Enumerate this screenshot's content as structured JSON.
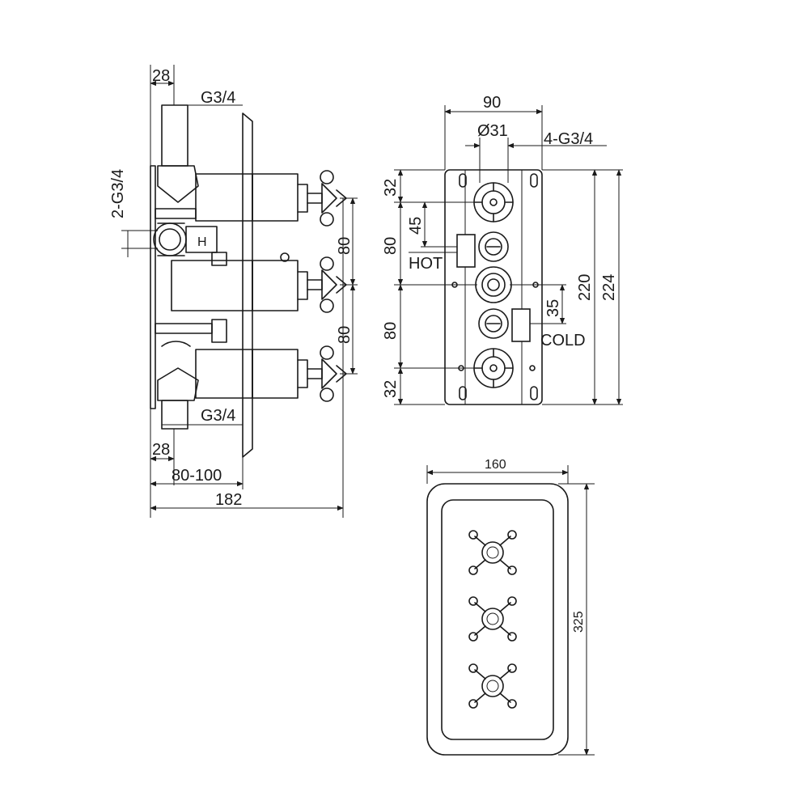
{
  "side_view": {
    "dim_top_28": "28",
    "dim_top_g34": "G3/4",
    "dim_left_2g34": "2-G3/4",
    "dim_right_80_upper": "80",
    "dim_right_80_lower": "80",
    "dim_bottom_g34": "G3/4",
    "dim_bottom_28": "28",
    "dim_80_100": "80-100",
    "dim_182": "182",
    "h_mark": "H"
  },
  "back_view": {
    "dim_90": "90",
    "dim_d31": "Ø31",
    "dim_4g34": "4-G3/4",
    "dim_32_top": "32",
    "dim_45": "45",
    "dim_80_upper": "80",
    "dim_80_lower": "80",
    "dim_32_bottom": "32",
    "dim_35": "35",
    "dim_220": "220",
    "dim_224": "224",
    "label_hot": "HOT",
    "label_cold": "COLD"
  },
  "front_view": {
    "dim_160": "160",
    "dim_325": "325"
  }
}
